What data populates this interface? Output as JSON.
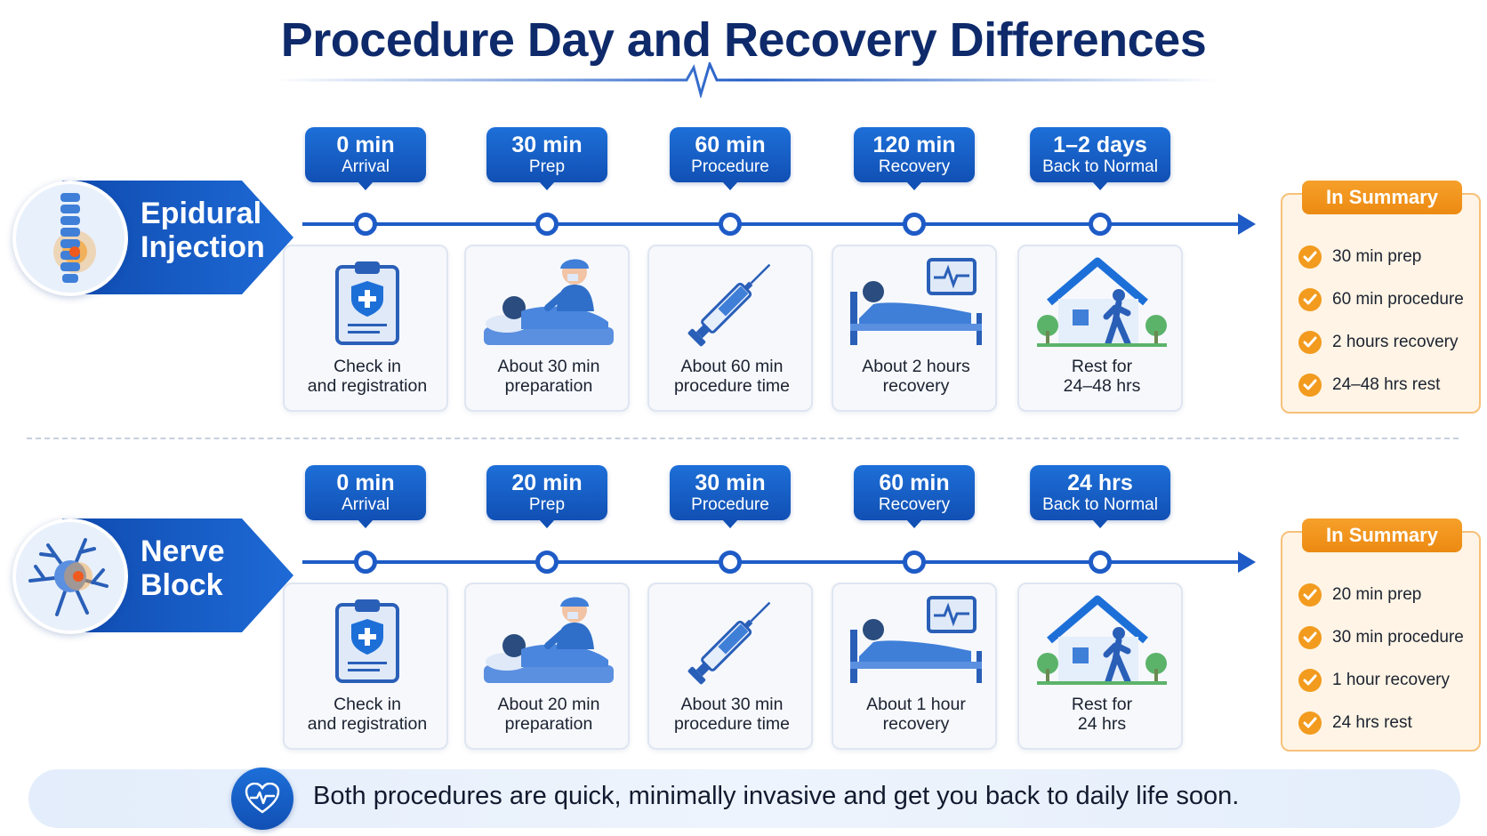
{
  "title": "Procedure Day and Recovery Differences",
  "colors": {
    "primary": "#1e5bc6",
    "accent": "#f29b1e",
    "title": "#0e2a6b"
  },
  "procedures": [
    {
      "name_line1": "Epidural",
      "name_line2": "Injection",
      "icon": "spine-icon",
      "stages": [
        {
          "time": "0 min",
          "label": "Arrival",
          "desc1": "Check in",
          "desc2": "and registration",
          "icon": "clipboard-icon"
        },
        {
          "time": "30 min",
          "label": "Prep",
          "desc1": "About 30 min",
          "desc2": "preparation",
          "icon": "nurse-patient-icon"
        },
        {
          "time": "60 min",
          "label": "Procedure",
          "desc1": "About 60 min",
          "desc2": "procedure time",
          "icon": "syringe-icon"
        },
        {
          "time": "120 min",
          "label": "Recovery",
          "desc1": "About 2 hours",
          "desc2": "recovery",
          "icon": "recovery-bed-icon"
        },
        {
          "time": "1–2 days",
          "label": "Back to Normal",
          "desc1": "Rest for",
          "desc2": "24–48 hrs",
          "icon": "home-walk-icon"
        }
      ],
      "summary_title": "In Summary",
      "summary": [
        "30 min prep",
        "60 min procedure",
        "2 hours recovery",
        "24–48 hrs rest"
      ]
    },
    {
      "name_line1": "Nerve",
      "name_line2": "Block",
      "icon": "nerve-icon",
      "stages": [
        {
          "time": "0 min",
          "label": "Arrival",
          "desc1": "Check in",
          "desc2": "and registration",
          "icon": "clipboard-icon"
        },
        {
          "time": "20 min",
          "label": "Prep",
          "desc1": "About 20 min",
          "desc2": "preparation",
          "icon": "nurse-patient-icon"
        },
        {
          "time": "30 min",
          "label": "Procedure",
          "desc1": "About 30 min",
          "desc2": "procedure time",
          "icon": "syringe-icon"
        },
        {
          "time": "60 min",
          "label": "Recovery",
          "desc1": "About 1 hour",
          "desc2": "recovery",
          "icon": "recovery-bed-icon"
        },
        {
          "time": "24 hrs",
          "label": "Back to Normal",
          "desc1": "Rest for",
          "desc2": "24 hrs",
          "icon": "home-walk-icon"
        }
      ],
      "summary_title": "In Summary",
      "summary": [
        "20 min prep",
        "30 min procedure",
        "1 hour recovery",
        "24 hrs rest"
      ]
    }
  ],
  "footer": {
    "message": "Both procedures are quick, minimally invasive and get you back to daily life soon.",
    "icon": "heart-pulse-icon"
  }
}
